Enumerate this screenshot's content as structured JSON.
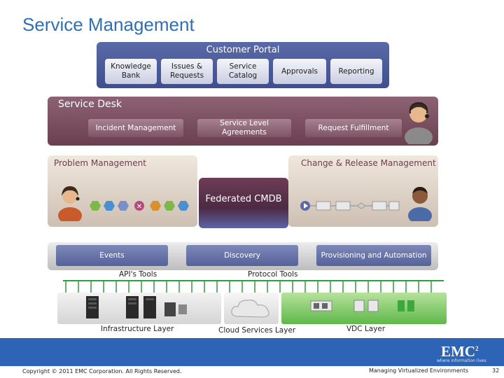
{
  "title": "Service Management",
  "portal": {
    "title": "Customer Portal",
    "tabs": [
      "Knowledge Bank",
      "Issues & Requests",
      "Service Catalog",
      "Approvals",
      "Reporting"
    ]
  },
  "desk": {
    "title": "Service Desk",
    "tabs": [
      "Incident Management",
      "Service Level Agreements",
      "Request Fulfillment"
    ]
  },
  "problem_label": "Problem Management",
  "change_label": "Change & Release Management",
  "cmdb_label": "Federated CMDB",
  "band": {
    "tabs": [
      "Events",
      "Discovery",
      "Provisioning and Automation"
    ]
  },
  "tools": {
    "api": "API's Tools",
    "protocol": "Protocol Tools"
  },
  "layers": {
    "infra": "Infrastructure Layer",
    "cloud": "Cloud Services Layer",
    "vdc": "VDC Layer"
  },
  "footer": {
    "copyright": "Copyright © 2011 EMC Corporation. All Rights Reserved.",
    "course": "Managing Virtualized Environments",
    "page": "32",
    "logo": "EMC",
    "logo_sup": "2",
    "tagline": "where information lives"
  },
  "colors": {
    "title_blue": "#2f6fb4",
    "portal": "#4a5a98",
    "desk": "#7a4c5d",
    "footer": "#2d64b5",
    "network_green": "#2e9e3e"
  }
}
